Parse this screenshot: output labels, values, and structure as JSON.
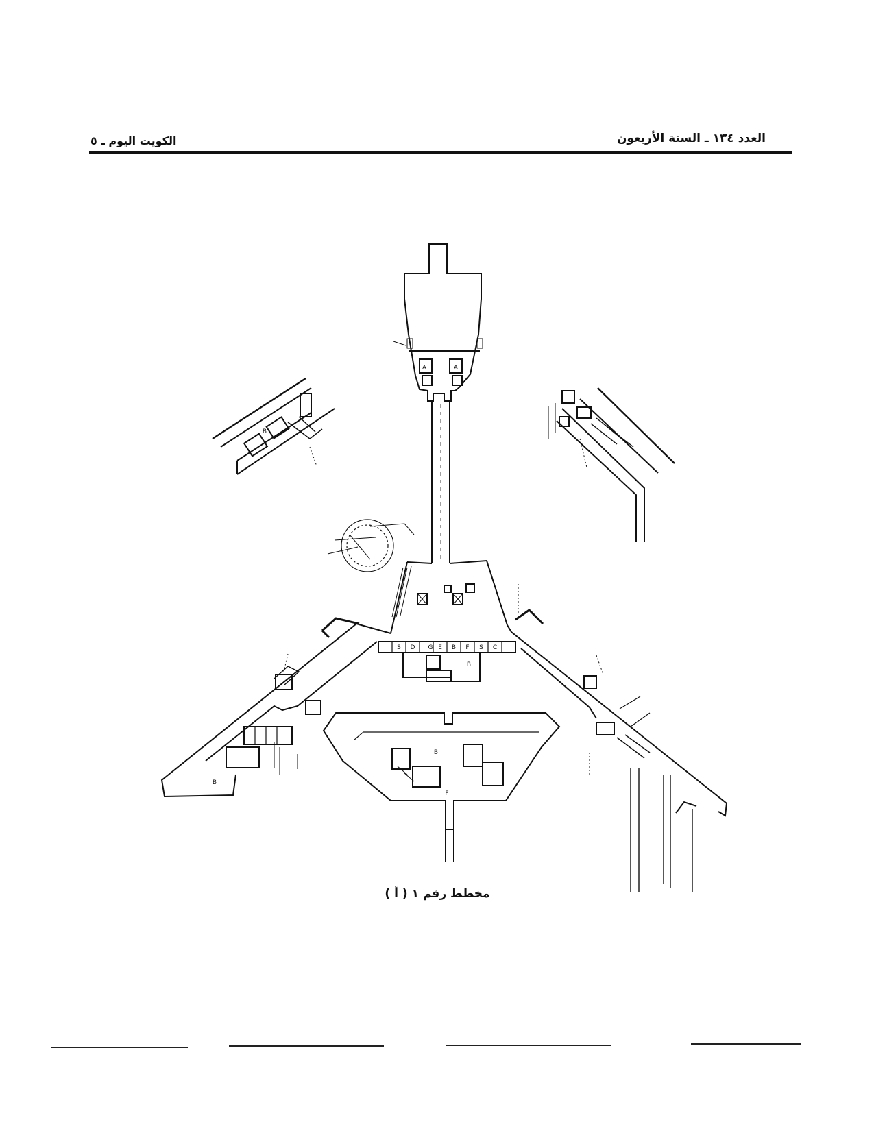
{
  "header": {
    "issue_line": "العدد ١٣٤ ـ السنة الأربعون",
    "publication": "الكويت اليوم ـ ٥"
  },
  "figure": {
    "caption": "مخطط رقم ١ ( أ )",
    "labels": {
      "room_a": "A",
      "room_b": "B",
      "room_f": "F",
      "room_s": "S",
      "room_e": "E",
      "room_c": "C",
      "room_d": "D",
      "room_g": "G"
    }
  }
}
